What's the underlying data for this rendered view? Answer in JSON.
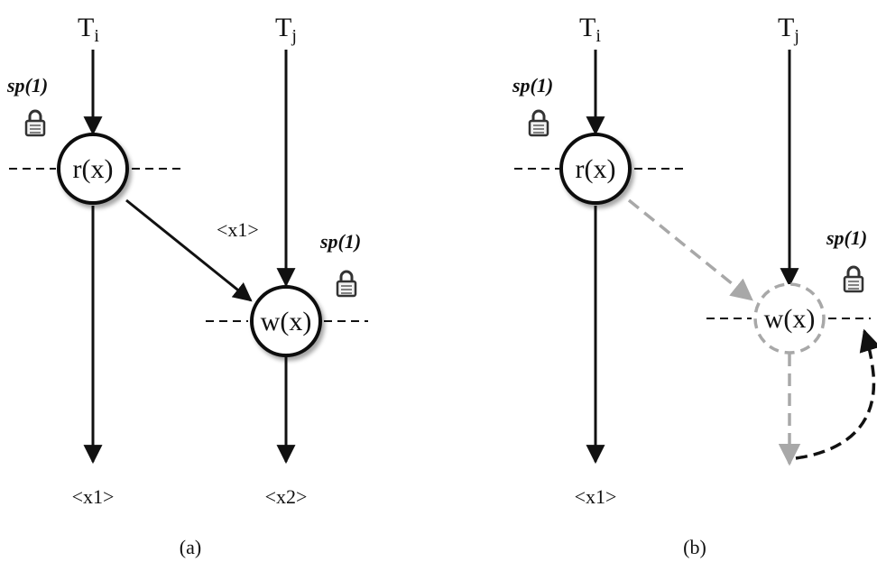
{
  "panel_a": {
    "caption": "(a)",
    "txn_i": {
      "name": "T",
      "sub": "i"
    },
    "txn_j": {
      "name": "T",
      "sub": "j"
    },
    "op_read": "r(x)",
    "op_write": "w(x)",
    "savepoint_i": "sp(1)",
    "savepoint_j": "sp(1)",
    "value_before_write": "<x1>",
    "result_i": "<x1>",
    "result_j": "<x2>"
  },
  "panel_b": {
    "caption": "(b)",
    "txn_i": {
      "name": "T",
      "sub": "i"
    },
    "txn_j": {
      "name": "T",
      "sub": "j"
    },
    "op_read": "r(x)",
    "op_write": "w(x)",
    "savepoint_i": "sp(1)",
    "savepoint_j": "sp(1)",
    "result_i": "<x1>"
  },
  "colors": {
    "line": "#111111",
    "aborted": "#a8a8a8",
    "lock": "#333333"
  },
  "icons": {
    "lock": "padlock-icon"
  }
}
